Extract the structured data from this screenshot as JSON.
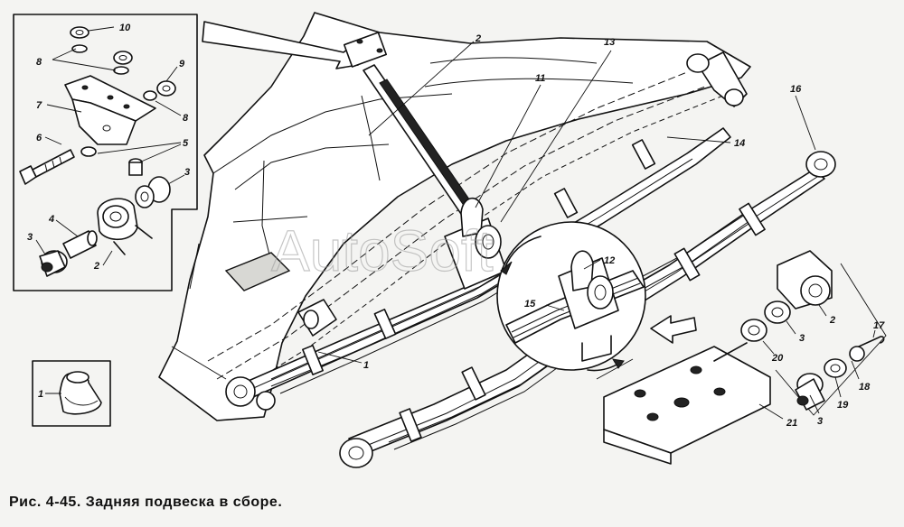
{
  "caption": "Рис. 4-45. Задняя подвеска в сборе.",
  "watermark": "AutoSoft",
  "labels": {
    "inset": [
      "10",
      "9",
      "8",
      "8",
      "7",
      "6",
      "5",
      "3",
      "4",
      "3",
      "2"
    ],
    "small_inset": "1",
    "main": [
      "2",
      "13",
      "11",
      "14",
      "16",
      "1",
      "12",
      "15",
      "17",
      "2",
      "3",
      "20",
      "18",
      "19",
      "3",
      "21"
    ]
  }
}
